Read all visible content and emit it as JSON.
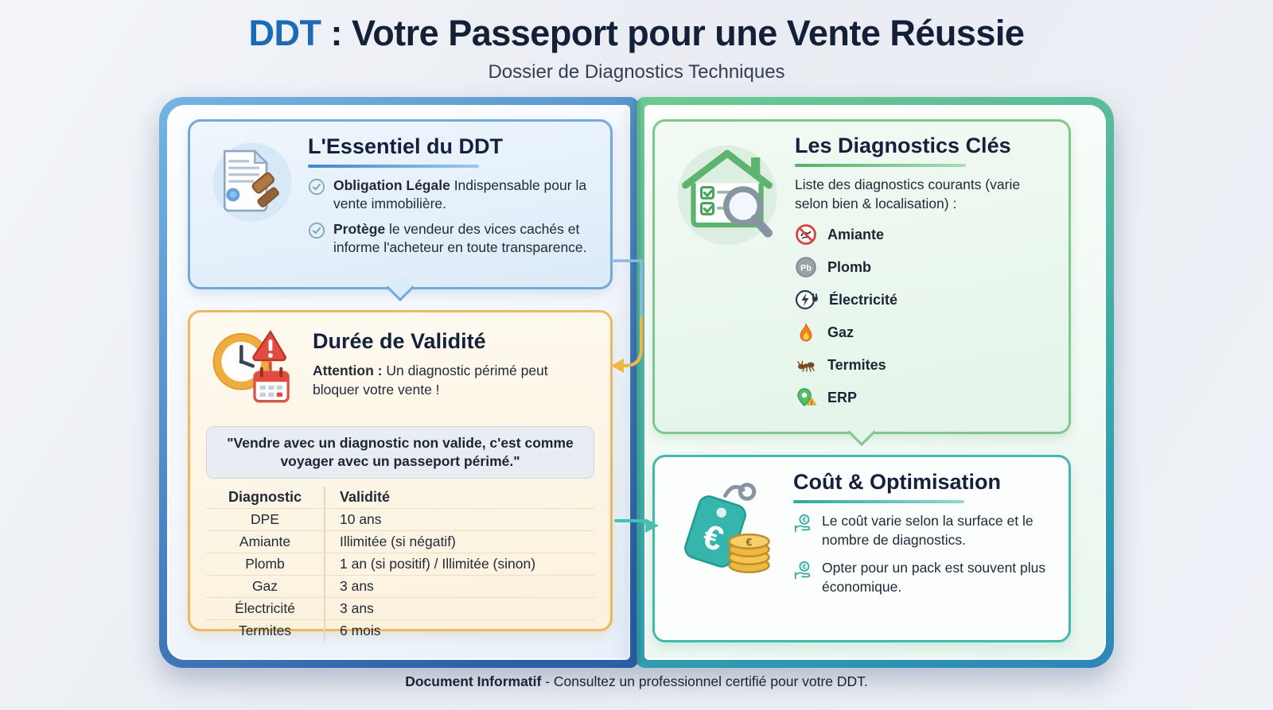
{
  "header": {
    "title_accent": "DDT",
    "title_main": " : Votre Passeport pour une Vente Réussie",
    "subtitle": "Dossier de Diagnostics Techniques"
  },
  "essential_card": {
    "title": "L'Essentiel du DDT",
    "items": [
      {
        "bold": "Obligation Légale",
        "text": " Indispensable pour la vente immobilière."
      },
      {
        "bold": "Protège",
        "text": " le vendeur des vices cachés et informe l'acheteur en toute transparence."
      }
    ]
  },
  "validity_card": {
    "title": "Durée de Validité",
    "warning_bold": "Attention :",
    "warning_text": " Un diagnostic périmé peut bloquer votre vente !",
    "quote": "\"Vendre avec un diagnostic non valide, c'est comme voyager avec un passeport périmé.\"",
    "table": {
      "headers": [
        "Diagnostic",
        "Validité"
      ],
      "rows": [
        [
          "DPE",
          "10 ans"
        ],
        [
          "Amiante",
          "Illimitée (si négatif)"
        ],
        [
          "Plomb",
          "1 an (si positif) / Illimitée (sinon)"
        ],
        [
          "Gaz",
          "3 ans"
        ],
        [
          "Électricité",
          "3 ans"
        ],
        [
          "Termites",
          "6 mois"
        ]
      ]
    }
  },
  "diagnostics_card": {
    "title": "Les Diagnostics Clés",
    "intro": "Liste des diagnostics courants (varie selon bien & localisation) :",
    "items": [
      {
        "icon": "asbestos-prohibited-icon",
        "label": "Amiante"
      },
      {
        "icon": "lead-pb-icon",
        "label": "Plomb"
      },
      {
        "icon": "electricity-plug-icon",
        "label": "Électricité"
      },
      {
        "icon": "gas-flame-icon",
        "label": "Gaz"
      },
      {
        "icon": "termite-icon",
        "label": "Termites"
      },
      {
        "icon": "erp-location-warning-icon",
        "label": "ERP"
      }
    ]
  },
  "cost_card": {
    "title": "Coût & Optimisation",
    "items": [
      "Le coût varie selon la surface et le nombre de diagnostics.",
      "Opter pour un pack est souvent plus économique."
    ]
  },
  "footer": {
    "bold": "Document Informatif",
    "text": " - Consultez un professionnel certifié pour votre DDT."
  },
  "icons": {
    "lead_symbol": "Pb",
    "euro_symbol": "€"
  },
  "colors": {
    "accent_blue": "#1a6ab8",
    "navy": "#141f38",
    "card_blue_border": "#74a9db",
    "card_orange_border": "#f0b763",
    "card_green_border": "#7fc88d",
    "card_teal_border": "#43b9ae"
  }
}
